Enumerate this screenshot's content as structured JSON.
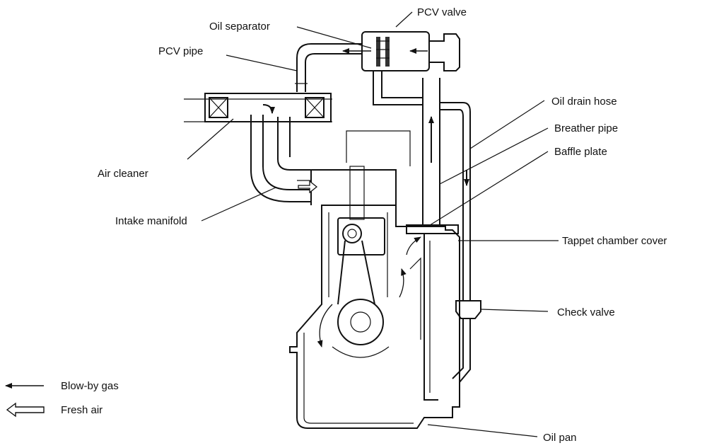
{
  "labels": {
    "pcv_valve": "PCV valve",
    "oil_separator": "Oil separator",
    "pcv_pipe": "PCV pipe",
    "oil_drain_hose": "Oil drain hose",
    "breather_pipe": "Breather pipe",
    "baffle_plate": "Baffle plate",
    "air_cleaner": "Air cleaner",
    "intake_manifold": "Intake manifold",
    "tappet_chamber_cover": "Tappet chamber cover",
    "check_valve": "Check valve",
    "oil_pan": "Oil pan"
  },
  "legend": {
    "blow_by_gas": "Blow-by gas",
    "fresh_air": "Fresh air"
  }
}
